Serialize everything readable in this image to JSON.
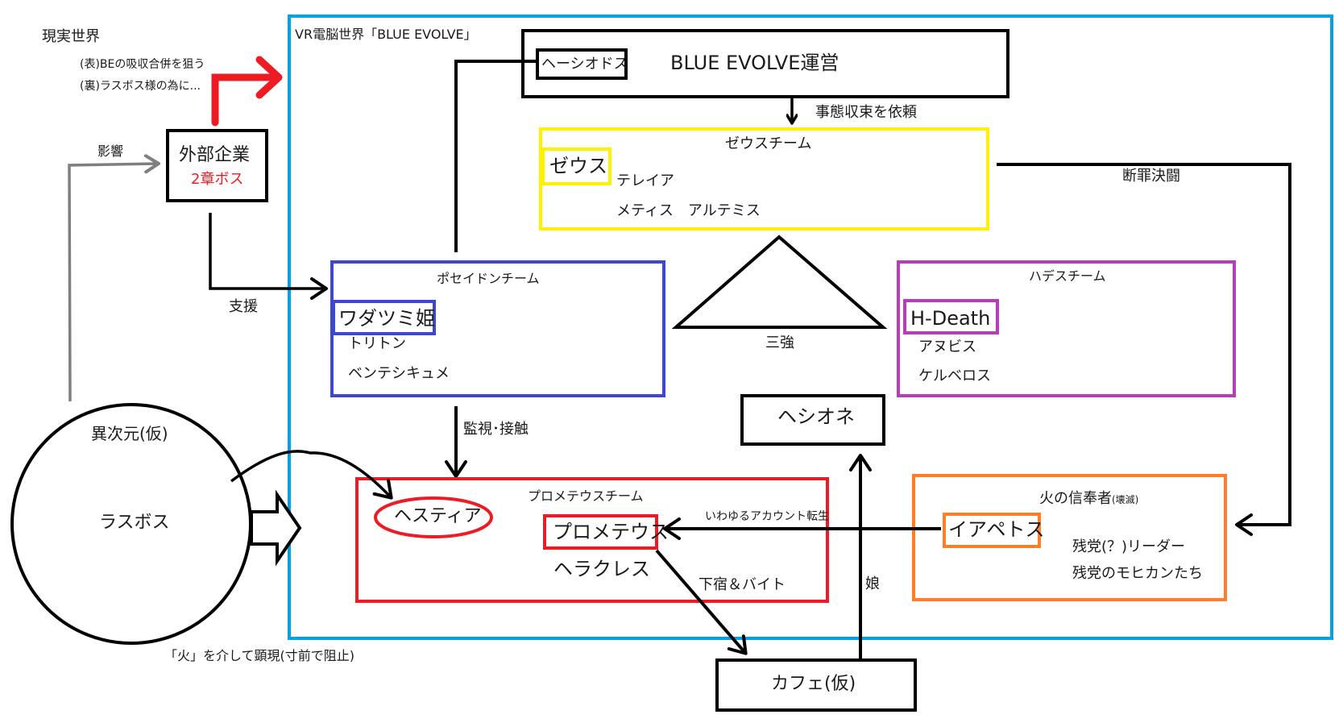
{
  "colors": {
    "vr_world": "#00a2e8",
    "zeus": "#fff200",
    "poseidon": "#3f48cc",
    "hades": "#b83dba",
    "prometheus": "#ed1c24",
    "fire": "#ff7f27",
    "black": "#000000",
    "gray": "#7f7f7f",
    "red_arrow": "#ed1c24"
  },
  "real_world": {
    "title": "現実世界",
    "note_front": "(表)BEの吸収合併を狙う",
    "note_back": "(裏)ラスボス様の為に...",
    "influence_label": "影響",
    "support_label": "支援"
  },
  "external_company": {
    "name": "外部企業",
    "role": "2章ボス"
  },
  "other_dimension": {
    "title": "異次元(仮)",
    "boss": "ラスボス",
    "note": "「火」を介して顕現(寸前で阻止)"
  },
  "vr_world": {
    "title": "VR電脳世界「BLUE EVOLVE」"
  },
  "operations": {
    "title": "BLUE EVOLVE運営",
    "member": "ヘーシオドス",
    "request_label": "事態収束を依頼"
  },
  "zeus_team": {
    "title": "ゼウスチーム",
    "leader": "ゼウス",
    "members": [
      "テレイア",
      "メティス　アルテミス"
    ],
    "judgment_label": "断罪決闘"
  },
  "poseidon_team": {
    "title": "ポセイドンチーム",
    "leader": "ワダツミ姫",
    "members": [
      "トリトン",
      "ベンテシキュメ"
    ],
    "watch_label": "監視･接触"
  },
  "hades_team": {
    "title": "ハデスチーム",
    "leader": "H-Death",
    "members": [
      "アヌビス",
      "ケルベロス"
    ]
  },
  "big_three": {
    "label": "三強"
  },
  "hesione": {
    "name": "ヘシオネ"
  },
  "prometheus_team": {
    "title": "プロメテウスチーム",
    "hestia": "ヘスティア",
    "leader": "プロメテウス",
    "members": [
      "ヘラクレス"
    ],
    "lodging_label": "下宿＆バイト"
  },
  "fire_believers": {
    "title": "火の信奉者",
    "title_note": "(壊滅)",
    "leader": "イアペトス",
    "members": [
      "残党(？)リーダー",
      "残党のモヒカンたち"
    ],
    "reincarnation_label": "いわゆるアカウント転生",
    "daughter_label": "娘"
  },
  "cafe": {
    "name": "カフェ(仮)"
  }
}
